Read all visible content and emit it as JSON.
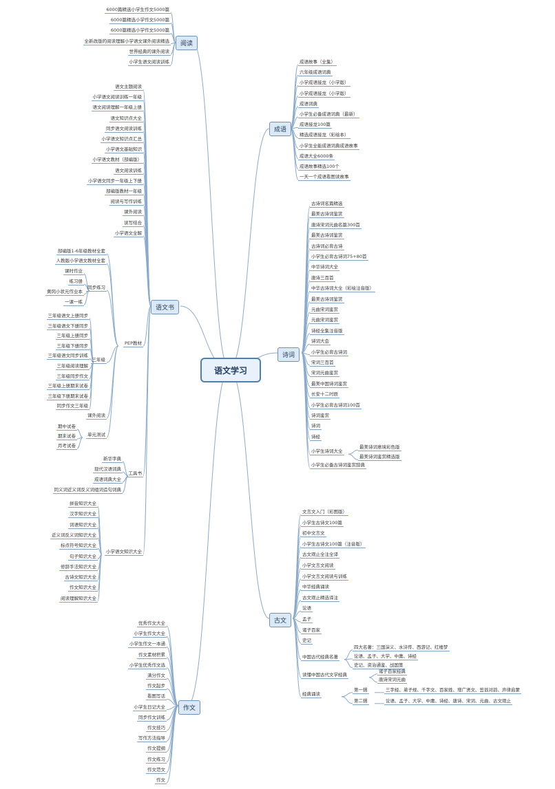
{
  "root": "语文学习",
  "branches": {
    "read": "阅读",
    "idiom": "成语",
    "poem": "诗词",
    "classic": "古文",
    "books": "语文书",
    "essay": "作文"
  },
  "read_items": [
    "6000篇精选小学生作文5000篇",
    "6000篇精选小学作文5000篇",
    "6000篇精选小学作文5000篇",
    "全新改版的阅读理解小学语文课外阅读精选",
    "世界经典的课外阅读",
    "小学生语文阅读训练"
  ],
  "idiom_items": [
    "成语故事（全集）",
    "六年级成语词典",
    "小学成语接龙（小学版）",
    "小学成语接龙（小学版）",
    "成语词典",
    "小学生必备成语词典（最新）",
    "成语接龙100篇",
    "精选成语接龙（彩绘本）",
    "小学生全能成语词典成语故事",
    "成语大全6000条",
    "成语故事精选100个",
    "一天一个成语看图读故事"
  ],
  "poem_items": [
    "古诗词名篇精选",
    "最美古诗词鉴赏",
    "唐诗宋词元曲名篇300首",
    "最美古诗词鉴赏",
    "古诗词必背古诗",
    "小学生必背古诗词75+80首",
    "中华诗词大全",
    "唐诗三百首",
    "中华古诗词大全（彩绘注音版）",
    "最美古诗词鉴赏",
    "元曲宋词鉴赏",
    "元曲宋词鉴赏",
    "诗经全集注音版",
    "诗词大会",
    "小学生必背古诗词",
    "宋词三百首",
    "宋词元曲鉴赏",
    "最美中国诗词鉴赏",
    "长安十二时辰",
    "小学生必背古诗词100首",
    "诗词鉴赏",
    "诗词",
    "诗经"
  ],
  "poem_group": {
    "label": "小学生诗词大全",
    "subs": [
      "最美诗词意境彩色版",
      "最美诗词鉴赏精选版"
    ]
  },
  "poem_tail": "小学生必备古诗词鉴赏辞典",
  "classic_items": [
    "文言文入门（彩图版）",
    "小学生古诗文100篇",
    "初中文言文",
    "小学生古诗文100篇（注音版）",
    "古文观止全注全译",
    "小学文言文阅读",
    "小学文言文阅读与训练",
    "中华经典诵读",
    "古文观止精选译注",
    "论语",
    "孟子",
    "诸子百家",
    "史记"
  ],
  "classic_group1": {
    "label": "中国古代经典名著",
    "subs": [
      "四大名著：三国演义、水浒传、西游记、红楼梦",
      "论语、孟子、大学、中庸、诗经",
      "史记、资治通鉴、战国策"
    ]
  },
  "classic_group2": {
    "label": "读懂中国古代文学经典",
    "subs": [
      "诸子百家经典",
      "唐诗宋词元曲"
    ]
  },
  "classic_group3": {
    "label": "经典诵读",
    "rows": [
      {
        "tag": "第一辑",
        "text": "三字经、弟子规、千字文、百家姓、增广贤文、笠翁对韵、声律启蒙"
      },
      {
        "tag": "第二辑",
        "text": "论语、孟子、大学、中庸、诗经、唐诗、宋词、元曲、古文观止"
      }
    ]
  },
  "books_items": [
    "语文主题阅读",
    "小学语文阅读训练一年级",
    "语文阅读理解一年级上册",
    "语文知识点大全",
    "同步语文阅读训练",
    "小学语文知识点汇总",
    "小学语文基础知识",
    "小学语文教材（部编版）",
    "语文阅读训练",
    "小学语文同步一年级上下册",
    "部编版教材一年级",
    "阅读与写作训练",
    "课外阅读",
    "读写结合",
    "小学语文全解"
  ],
  "books_group": {
    "label": "PEP教材",
    "top": [
      "部编版1-6年级教材全套",
      "人教版小学语文教材全套"
    ],
    "a_label": "同步练习",
    "a_items": [
      "课时作业",
      "练习册",
      "黄冈小状元作业本",
      "一课一练"
    ],
    "b_label": "三年级",
    "b_items": [
      "三年级语文上册同步",
      "三年级语文下册同步",
      "三年级上册同步",
      "三年级下册同步",
      "三年级语文同步训练",
      "三年级阅读理解",
      "三年级同步作文",
      "三年级上册期末试卷",
      "三年级下册期末试卷",
      "同步作文三年级"
    ],
    "c_label": "单元测试",
    "c_sub": "课外阅读",
    "c_items": [
      "期中试卷",
      "期末试卷",
      "月考试卷"
    ]
  },
  "books_extra": {
    "label": "工具书",
    "items": [
      "新华字典",
      "现代汉语词典",
      "成语词典大全",
      "同义词近义词反义词组词造句词典"
    ]
  },
  "books_tail": {
    "label": "小学语文知识大全",
    "items": [
      "拼音知识大全",
      "汉字知识大全",
      "词语知识大全",
      "近义词反义词知识大全",
      "标点符号知识大全",
      "句子知识大全",
      "修辞手法知识大全",
      "古诗文知识大全",
      "作文知识大全",
      "阅读理解知识大全"
    ]
  },
  "essay_items": [
    "优秀作文大全",
    "小学生作文大全",
    "小学生作文一本通",
    "作文素材积累",
    "小学生优秀作文选",
    "满分作文",
    "作文起步",
    "看图写话",
    "小学生日记大全",
    "同步作文训练",
    "作文技巧",
    "写作方法指导",
    "作文提纲",
    "作文练习",
    "作文范文",
    "作文"
  ]
}
